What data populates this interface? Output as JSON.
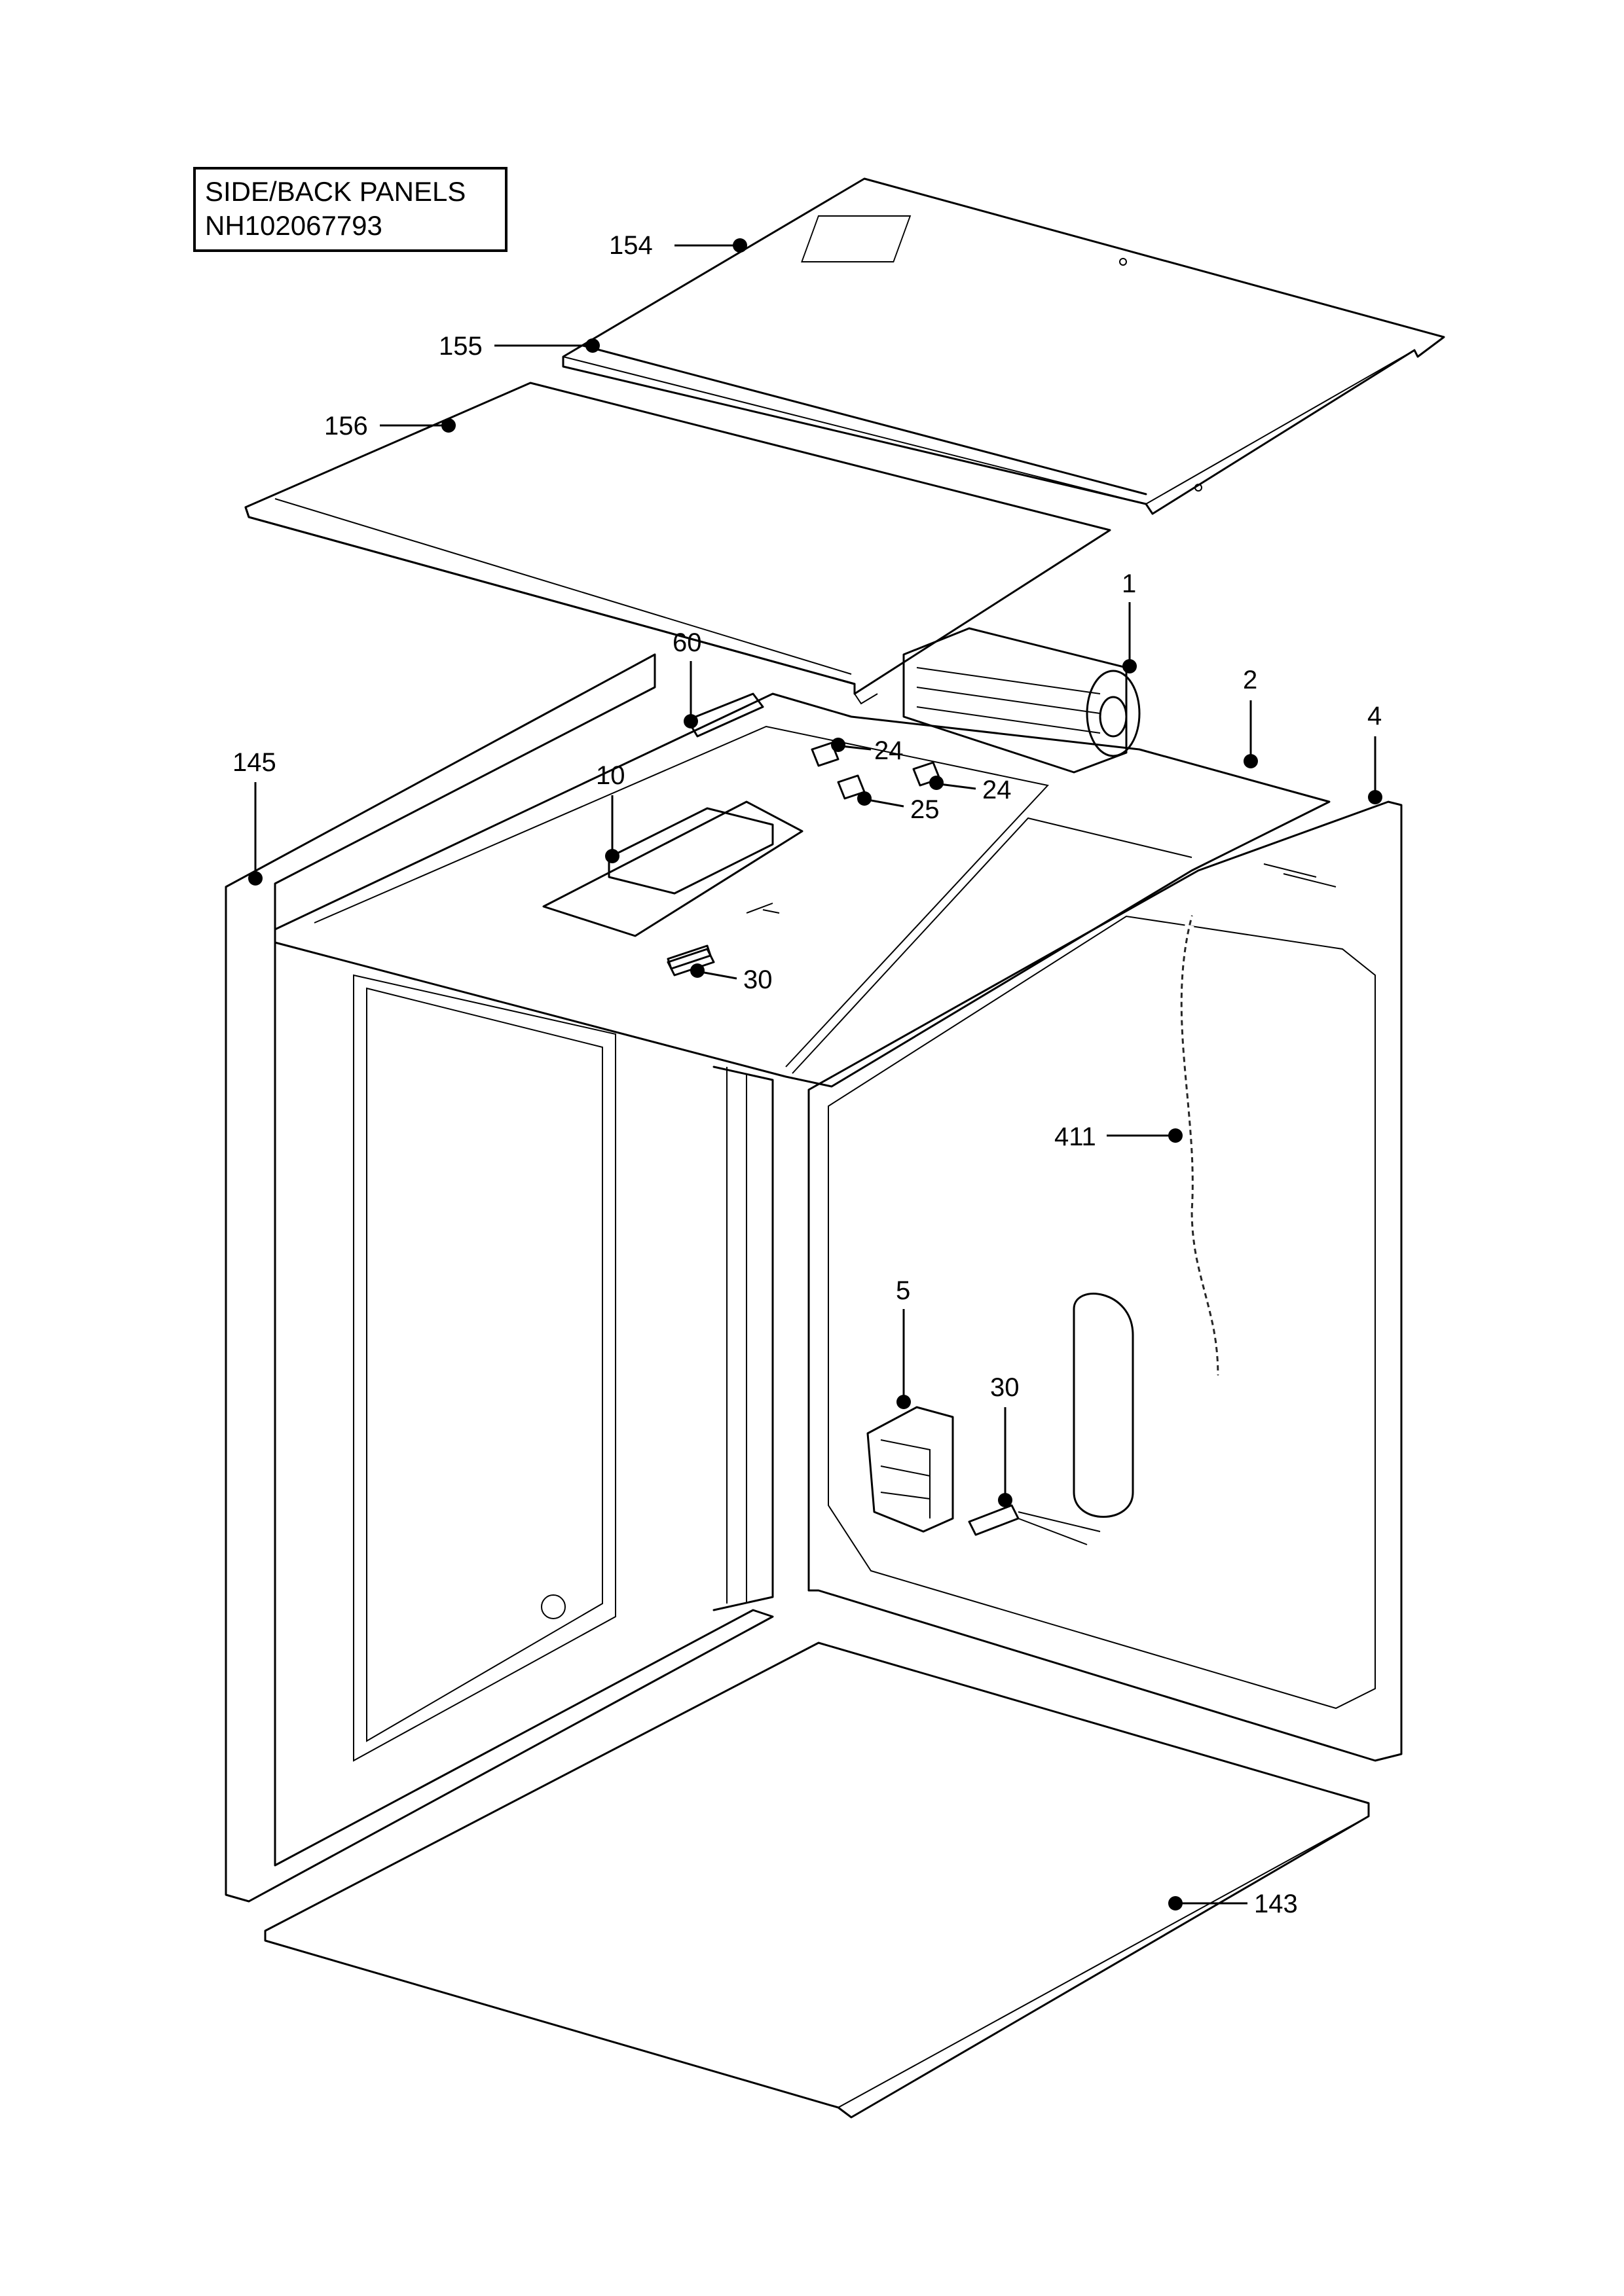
{
  "title_box": {
    "line1": "SIDE/BACK PANELS",
    "line2": "NH102067793"
  },
  "callouts": {
    "c154": "154",
    "c155": "155",
    "c156": "156",
    "c1": "1",
    "c60": "60",
    "c2": "2",
    "c4": "4",
    "c145": "145",
    "c24a": "24",
    "c10": "10",
    "c24b": "24",
    "c25": "25",
    "c30a": "30",
    "c411": "411",
    "c5": "5",
    "c30b": "30",
    "c143": "143"
  }
}
